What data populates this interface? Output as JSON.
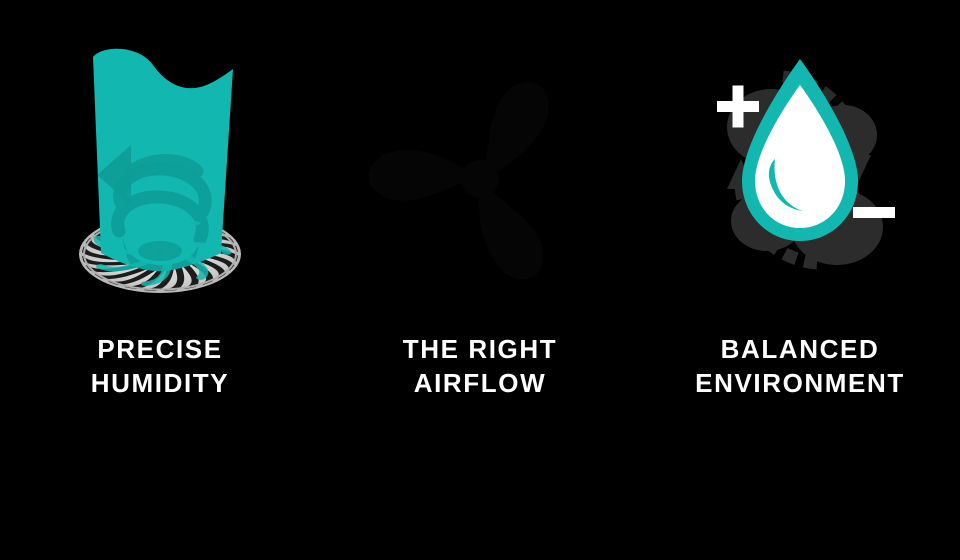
{
  "background_color": "#000000",
  "palette": {
    "teal": "#12b8b0",
    "teal_dark": "#0e9d97",
    "teal_deep": "#0b8c87",
    "white": "#ffffff",
    "dark_gray": "#2c2c2c",
    "fan_black": "#050505",
    "base_rim": "#b9b9b9",
    "base_spoke": "#1c1c1c",
    "base_face": "#d8d8d8"
  },
  "features": [
    {
      "id": "precise-humidity",
      "icon": "humidifier-mist-icon",
      "icon_description": "teal mist plume rising from a round humidifier base with swirl arrow",
      "label": "PRECISE\nHUMIDITY"
    },
    {
      "id": "the-right-airflow",
      "icon": "fan-propeller-icon",
      "icon_description": "three-blade propeller fan silhouette",
      "label": "THE RIGHT\nAIRFLOW"
    },
    {
      "id": "balanced-environment",
      "icon": "water-drop-balance-icon",
      "icon_description": "white water drop with teal outline inside dashed circular arrows with plus and minus signs",
      "signs": {
        "plus": "+",
        "minus": "–"
      },
      "label": "BALANCED\nENVIRONMENT"
    }
  ]
}
